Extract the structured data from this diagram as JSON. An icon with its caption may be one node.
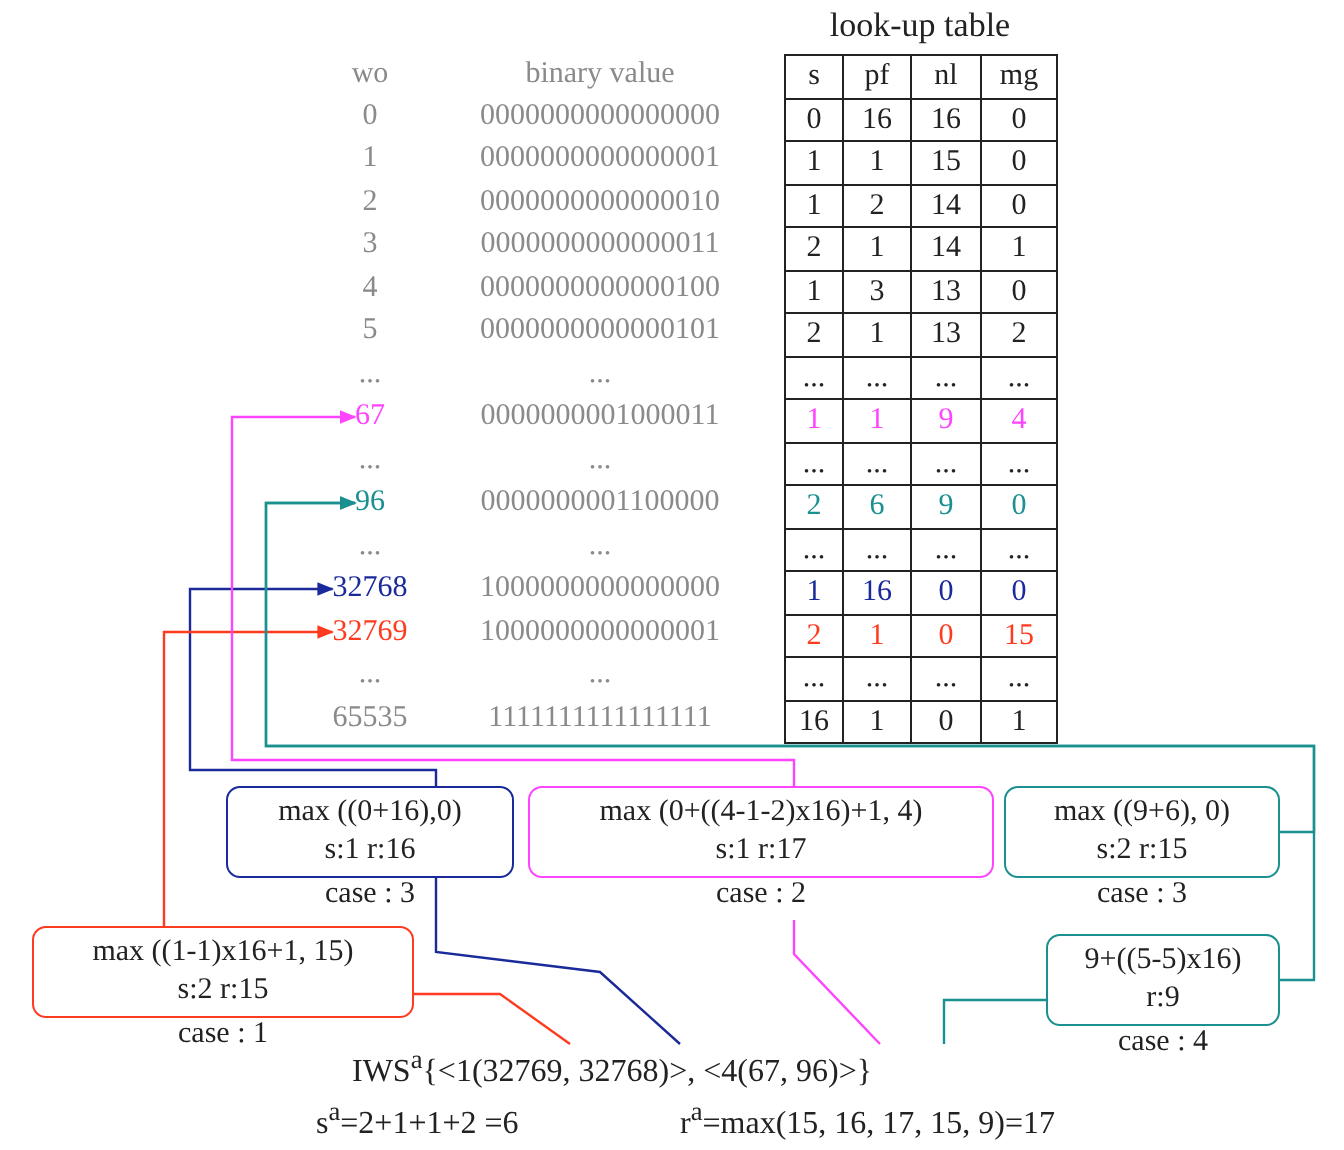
{
  "diagram": {
    "nodes": [
      {
        "text": [
          "67"
        ]
      },
      {
        "text": [
          "96"
        ]
      },
      {
        "text": [
          "32768"
        ]
      },
      {
        "text": [
          "32769"
        ]
      },
      {
        "text": [
          "max ((0+16),0)",
          "s:1 r:16"
        ],
        "beside": [
          "case : 3"
        ]
      },
      {
        "text": [
          "max (0+((4-1-2)x16)+1, 4)",
          "s:1 r:17"
        ],
        "beside": [
          "case : 2"
        ]
      },
      {
        "text": [
          "max ((9+6), 0)",
          "s:2 r:15"
        ],
        "beside": [
          "case : 3"
        ]
      },
      {
        "text": [
          "max ((1-1)x16+1, 15)",
          "s:2 r:15"
        ],
        "beside": [
          "case : 1"
        ]
      },
      {
        "text": [
          "9+((5-5)x16)",
          "r:9"
        ],
        "beside": [
          "case : 4"
        ]
      },
      {
        "text": [
          "IWS$^{a}${<1(32769, 32768)>, <4(67, 96)>}"
        ]
      }
    ],
    "edges": [
      {
        "from": 4,
        "to": 2,
        "arrow": "to",
        "color": "#1a2a9a"
      },
      {
        "from": 7,
        "to": 3,
        "arrow": "to",
        "color": "#ff3b1f"
      },
      {
        "from": 5,
        "to": 0,
        "arrow": "to",
        "color": "#ff44ff"
      },
      {
        "from": 6,
        "to": 1,
        "arrow": "to",
        "color": "#1a9090"
      },
      {
        "from": 8,
        "to": 1,
        "arrow": "to",
        "color": "#1a9090"
      },
      {
        "from": 7,
        "to": 9,
        "arrow": "none",
        "color": "#ff3b1f"
      },
      {
        "from": 4,
        "to": 9,
        "arrow": "none",
        "color": "#1a2a9a"
      },
      {
        "from": 5,
        "to": 9,
        "arrow": "none",
        "color": "#ff44ff"
      },
      {
        "from": 8,
        "to": 9,
        "arrow": "none",
        "color": "#1a9090"
      }
    ],
    "labels": [
      "look-up table",
      "wo",
      "binary value",
      "s",
      "pf",
      "nl",
      "mg",
      "0",
      "0000000000000000",
      "0",
      "16",
      "16",
      "0",
      "1",
      "0000000000000001",
      "1",
      "1",
      "15",
      "0",
      "2",
      "0000000000000010",
      "1",
      "2",
      "14",
      "0",
      "3",
      "0000000000000011",
      "2",
      "1",
      "14",
      "1",
      "4",
      "0000000000000100",
      "1",
      "3",
      "13",
      "0",
      "5",
      "0000000000000101",
      "2",
      "1",
      "13",
      "2",
      "...",
      "...",
      "...",
      "...",
      "...",
      "...",
      "0000000001000011",
      "1",
      "1",
      "9",
      "4",
      "...",
      "...",
      "...",
      "...",
      "...",
      "...",
      "0000000001100000",
      "2",
      "6",
      "9",
      "0",
      "...",
      "...",
      "...",
      "...",
      "...",
      "...",
      "1000000000000000",
      "1",
      "16",
      "0",
      "0",
      "1000000000000001",
      "2",
      "1",
      "0",
      "15",
      "...",
      "...",
      "...",
      "...",
      "...",
      "...",
      "65535",
      "1111111111111111",
      "16",
      "1",
      "0",
      "1",
      "s$^{a}$=2+1+1+2 =6",
      "r$^{a}$=max(15, 16, 17, 15, 9)=17"
    ]
  }
}
